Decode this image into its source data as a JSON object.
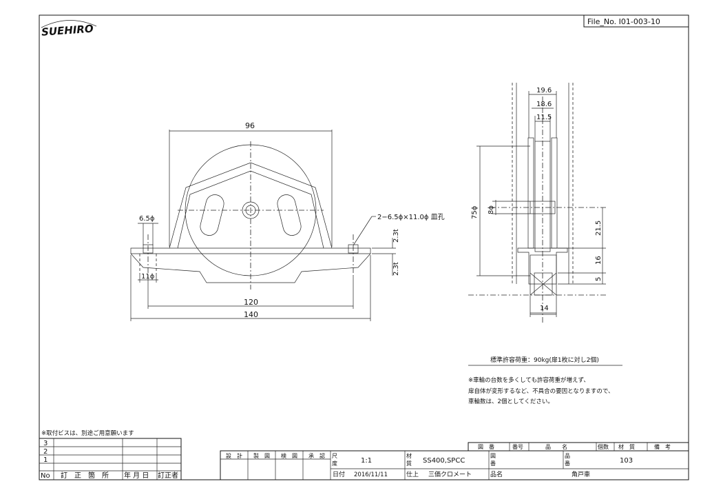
{
  "file_no": "File_No.  I01-003-10",
  "logo_text": "SUEHIRO",
  "front_view": {
    "dim_96": "96",
    "dim_120": "120",
    "dim_140": "140",
    "dim_6_5": "6.5ϕ",
    "dim_11": "11ϕ",
    "hole_note": "2−6.5ϕ×11.0ϕ 皿孔",
    "dim_2_3_top": "2.3t",
    "dim_2_3_bottom": "2.3t"
  },
  "side_view": {
    "dim_19_6": "19.6",
    "dim_18_6": "18.6",
    "dim_11_5": "11.5",
    "dim_75": "75ϕ",
    "dim_8": "8ϕ",
    "dim_21_5": "21.5",
    "dim_16": "16",
    "dim_5": "5",
    "dim_14": "14"
  },
  "notes": {
    "load": "標準許容荷重：90kg(扉1枚に対し2個)",
    "caution_1": "※車輪の台数を多くしても許容荷重が増えず、",
    "caution_2": "扉自体が変形するなど、不具合の要因となりますので、",
    "caution_3": "車輪数は、2個としてください。",
    "screw": "※取付ビスは、別途ご用意願います"
  },
  "revision_table": {
    "rows": [
      "3",
      "2",
      "1"
    ],
    "headers": [
      "No",
      "訂　正　箇　所",
      "年 月 日",
      "訂正者"
    ]
  },
  "title_block": {
    "design": "設　計",
    "drafting": "製　図",
    "check": "検　図",
    "approval": "承　認",
    "scale_label_1": "尺",
    "scale_label_2": "度",
    "scale": "1:1",
    "date_label": "日付",
    "date": "2016/11/11",
    "material_label_1": "材",
    "material_label_2": "質",
    "material": "SS400,SPCC",
    "finish_label": "仕上",
    "finish": "三価クロメート",
    "drawing_no_label_1": "図",
    "drawing_no_label_2": "番",
    "part_no_label_1": "品",
    "part_no_label_2": "番",
    "part_no": "103",
    "name_label": "品名",
    "name": "角戸車"
  },
  "parts_list": {
    "headers": [
      "図　番",
      "番号",
      "品　　名",
      "個数",
      "材　質",
      "備　考"
    ]
  }
}
